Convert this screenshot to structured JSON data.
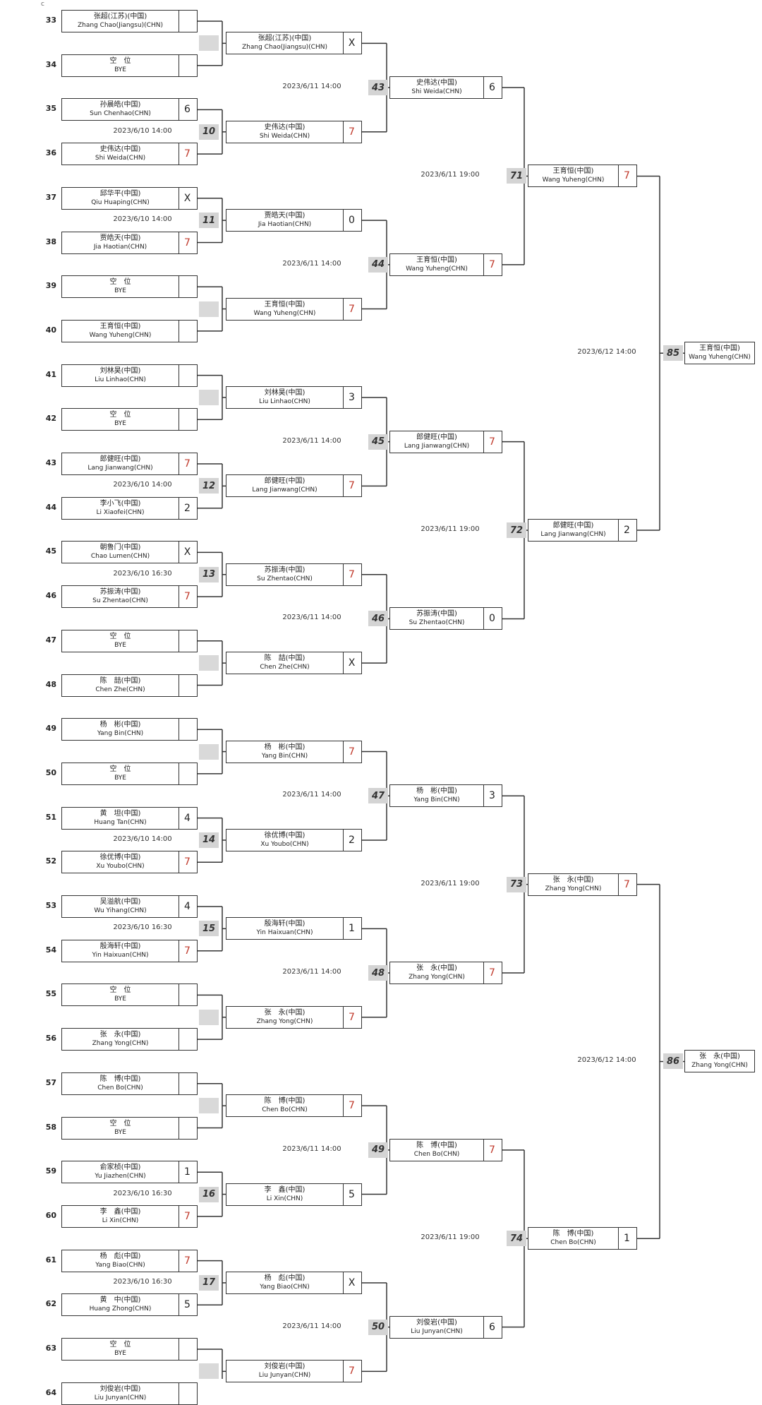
{
  "mark": "c",
  "round1": [
    {
      "seed": "33",
      "cn": "张超(江苏)(中国)",
      "en": "Zhang Chao(Jiangsu)(CHN)",
      "score": ""
    },
    {
      "seed": "34",
      "cn": "空　位",
      "en": "BYE",
      "score": ""
    },
    {
      "seed": "35",
      "cn": "孙晨皓(中国)",
      "en": "Sun Chenhao(CHN)",
      "score": "6"
    },
    {
      "seed": "36",
      "cn": "史伟达(中国)",
      "en": "Shi Weida(CHN)",
      "score": "7"
    },
    {
      "seed": "37",
      "cn": "邱华平(中国)",
      "en": "Qiu Huaping(CHN)",
      "score": "X"
    },
    {
      "seed": "38",
      "cn": "贾皓天(中国)",
      "en": "Jia Haotian(CHN)",
      "score": "7"
    },
    {
      "seed": "39",
      "cn": "空　位",
      "en": "BYE",
      "score": ""
    },
    {
      "seed": "40",
      "cn": "王育恒(中国)",
      "en": "Wang Yuheng(CHN)",
      "score": ""
    },
    {
      "seed": "41",
      "cn": "刘林昊(中国)",
      "en": "Liu Linhao(CHN)",
      "score": ""
    },
    {
      "seed": "42",
      "cn": "空　位",
      "en": "BYE",
      "score": ""
    },
    {
      "seed": "43",
      "cn": "郎健旺(中国)",
      "en": "Lang Jianwang(CHN)",
      "score": "7"
    },
    {
      "seed": "44",
      "cn": "李小飞(中国)",
      "en": "Li Xiaofei(CHN)",
      "score": "2"
    },
    {
      "seed": "45",
      "cn": "朝鲁门(中国)",
      "en": "Chao Lumen(CHN)",
      "score": "X"
    },
    {
      "seed": "46",
      "cn": "苏振涛(中国)",
      "en": "Su Zhentao(CHN)",
      "score": "7"
    },
    {
      "seed": "47",
      "cn": "空　位",
      "en": "BYE",
      "score": ""
    },
    {
      "seed": "48",
      "cn": "陈　喆(中国)",
      "en": "Chen Zhe(CHN)",
      "score": ""
    },
    {
      "seed": "49",
      "cn": "杨　彬(中国)",
      "en": "Yang Bin(CHN)",
      "score": ""
    },
    {
      "seed": "50",
      "cn": "空　位",
      "en": "BYE",
      "score": ""
    },
    {
      "seed": "51",
      "cn": "黄　坦(中国)",
      "en": "Huang Tan(CHN)",
      "score": "4"
    },
    {
      "seed": "52",
      "cn": "徐优博(中国)",
      "en": "Xu Youbo(CHN)",
      "score": "7"
    },
    {
      "seed": "53",
      "cn": "吴溢航(中国)",
      "en": "Wu Yihang(CHN)",
      "score": "4"
    },
    {
      "seed": "54",
      "cn": "殷海轩(中国)",
      "en": "Yin Haixuan(CHN)",
      "score": "7"
    },
    {
      "seed": "55",
      "cn": "空　位",
      "en": "BYE",
      "score": ""
    },
    {
      "seed": "56",
      "cn": "张　永(中国)",
      "en": "Zhang Yong(CHN)",
      "score": ""
    },
    {
      "seed": "57",
      "cn": "陈　博(中国)",
      "en": "Chen Bo(CHN)",
      "score": ""
    },
    {
      "seed": "58",
      "cn": "空　位",
      "en": "BYE",
      "score": ""
    },
    {
      "seed": "59",
      "cn": "俞家桢(中国)",
      "en": "Yu Jiazhen(CHN)",
      "score": "1"
    },
    {
      "seed": "60",
      "cn": "李　鑫(中国)",
      "en": "Li Xin(CHN)",
      "score": "7"
    },
    {
      "seed": "61",
      "cn": "杨　彪(中国)",
      "en": "Yang Biao(CHN)",
      "score": "7"
    },
    {
      "seed": "62",
      "cn": "黄　中(中国)",
      "en": "Huang Zhong(CHN)",
      "score": "5"
    },
    {
      "seed": "63",
      "cn": "空　位",
      "en": "BYE",
      "score": ""
    },
    {
      "seed": "64",
      "cn": "刘俊岩(中国)",
      "en": "Liu Junyan(CHN)",
      "score": ""
    }
  ],
  "round1_matches": [
    {
      "num": "",
      "time": ""
    },
    {
      "num": "10",
      "time": "2023/6/10 14:00"
    },
    {
      "num": "11",
      "time": "2023/6/10 14:00"
    },
    {
      "num": "",
      "time": ""
    },
    {
      "num": "",
      "time": ""
    },
    {
      "num": "12",
      "time": "2023/6/10 14:00"
    },
    {
      "num": "13",
      "time": "2023/6/10 16:30"
    },
    {
      "num": "",
      "time": ""
    },
    {
      "num": "",
      "time": ""
    },
    {
      "num": "14",
      "time": "2023/6/10 14:00"
    },
    {
      "num": "15",
      "time": "2023/6/10 16:30"
    },
    {
      "num": "",
      "time": ""
    },
    {
      "num": "",
      "time": ""
    },
    {
      "num": "16",
      "time": "2023/6/10 16:30"
    },
    {
      "num": "17",
      "time": "2023/6/10 16:30"
    },
    {
      "num": "",
      "time": ""
    }
  ],
  "round2": [
    {
      "cn": "张超(江苏)(中国)",
      "en": "Zhang Chao(Jiangsu)(CHN)",
      "score": "X"
    },
    {
      "cn": "史伟达(中国)",
      "en": "Shi Weida(CHN)",
      "score": "7"
    },
    {
      "cn": "贾皓天(中国)",
      "en": "Jia Haotian(CHN)",
      "score": "0"
    },
    {
      "cn": "王育恒(中国)",
      "en": "Wang Yuheng(CHN)",
      "score": "7"
    },
    {
      "cn": "刘林昊(中国)",
      "en": "Liu Linhao(CHN)",
      "score": "3"
    },
    {
      "cn": "郎健旺(中国)",
      "en": "Lang Jianwang(CHN)",
      "score": "7"
    },
    {
      "cn": "苏振涛(中国)",
      "en": "Su Zhentao(CHN)",
      "score": "7"
    },
    {
      "cn": "陈　喆(中国)",
      "en": "Chen Zhe(CHN)",
      "score": "X"
    },
    {
      "cn": "杨　彬(中国)",
      "en": "Yang Bin(CHN)",
      "score": "7"
    },
    {
      "cn": "徐优博(中国)",
      "en": "Xu Youbo(CHN)",
      "score": "2"
    },
    {
      "cn": "殷海轩(中国)",
      "en": "Yin Haixuan(CHN)",
      "score": "1"
    },
    {
      "cn": "张　永(中国)",
      "en": "Zhang Yong(CHN)",
      "score": "7"
    },
    {
      "cn": "陈　博(中国)",
      "en": "Chen Bo(CHN)",
      "score": "7"
    },
    {
      "cn": "李　鑫(中国)",
      "en": "Li Xin(CHN)",
      "score": "5"
    },
    {
      "cn": "杨　彪(中国)",
      "en": "Yang Biao(CHN)",
      "score": "X"
    },
    {
      "cn": "刘俊岩(中国)",
      "en": "Liu Junyan(CHN)",
      "score": "7"
    }
  ],
  "round2_matches": [
    {
      "num": "43",
      "time": "2023/6/11 14:00"
    },
    {
      "num": "44",
      "time": "2023/6/11 14:00"
    },
    {
      "num": "45",
      "time": "2023/6/11 14:00"
    },
    {
      "num": "46",
      "time": "2023/6/11 14:00"
    },
    {
      "num": "47",
      "time": "2023/6/11 14:00"
    },
    {
      "num": "48",
      "time": "2023/6/11 14:00"
    },
    {
      "num": "49",
      "time": "2023/6/11 14:00"
    },
    {
      "num": "50",
      "time": "2023/6/11 14:00"
    }
  ],
  "round3": [
    {
      "cn": "史伟达(中国)",
      "en": "Shi Weida(CHN)",
      "score": "6"
    },
    {
      "cn": "王育恒(中国)",
      "en": "Wang Yuheng(CHN)",
      "score": "7"
    },
    {
      "cn": "郎健旺(中国)",
      "en": "Lang Jianwang(CHN)",
      "score": "7"
    },
    {
      "cn": "苏振涛(中国)",
      "en": "Su Zhentao(CHN)",
      "score": "0"
    },
    {
      "cn": "杨　彬(中国)",
      "en": "Yang Bin(CHN)",
      "score": "3"
    },
    {
      "cn": "张　永(中国)",
      "en": "Zhang Yong(CHN)",
      "score": "7"
    },
    {
      "cn": "陈　博(中国)",
      "en": "Chen Bo(CHN)",
      "score": "7"
    },
    {
      "cn": "刘俊岩(中国)",
      "en": "Liu Junyan(CHN)",
      "score": "6"
    }
  ],
  "round3_matches": [
    {
      "num": "71",
      "time": "2023/6/11 19:00"
    },
    {
      "num": "72",
      "time": "2023/6/11 19:00"
    },
    {
      "num": "73",
      "time": "2023/6/11 19:00"
    },
    {
      "num": "74",
      "time": "2023/6/11 19:00"
    }
  ],
  "round4": [
    {
      "cn": "王育恒(中国)",
      "en": "Wang Yuheng(CHN)",
      "score": "7"
    },
    {
      "cn": "郎健旺(中国)",
      "en": "Lang Jianwang(CHN)",
      "score": "2"
    },
    {
      "cn": "张　永(中国)",
      "en": "Zhang Yong(CHN)",
      "score": "7"
    },
    {
      "cn": "陈　博(中国)",
      "en": "Chen Bo(CHN)",
      "score": "1"
    }
  ],
  "round4_matches": [
    {
      "num": "85",
      "time": "2023/6/12 14:00"
    },
    {
      "num": "86",
      "time": "2023/6/12 14:00"
    }
  ],
  "finals": [
    {
      "cn": "王育恒(中国)",
      "en": "Wang Yuheng(CHN)"
    },
    {
      "cn": "张　永(中国)",
      "en": "Zhang Yong(CHN)"
    }
  ],
  "colors": {
    "win_score": "#c0392b",
    "line": "#333333",
    "match_bg": "#d4d4d4"
  }
}
